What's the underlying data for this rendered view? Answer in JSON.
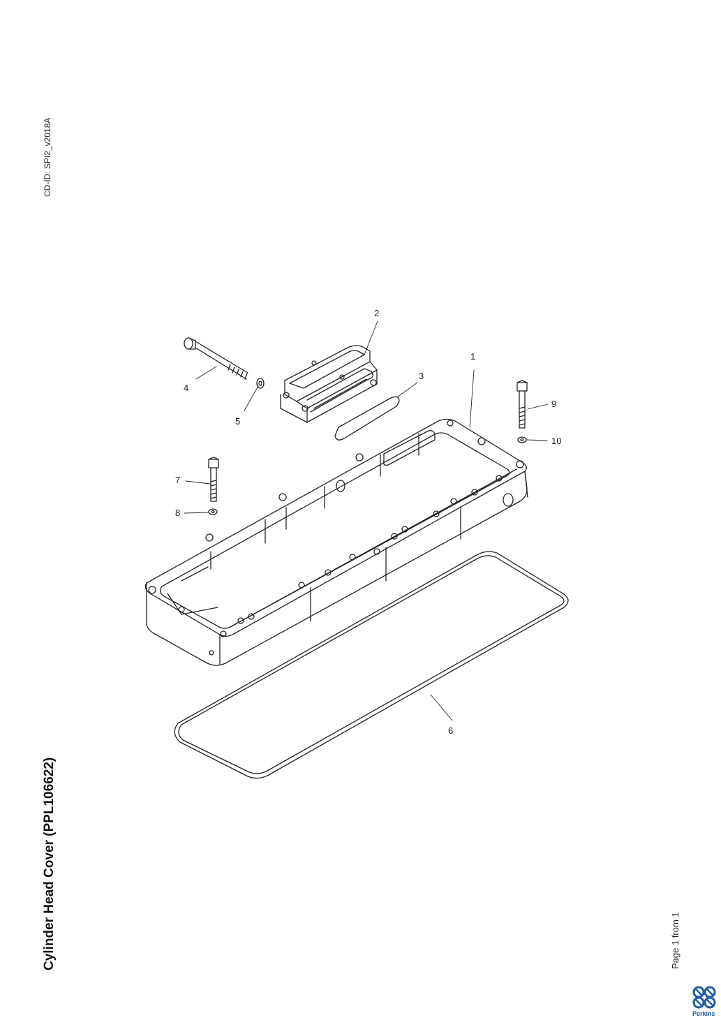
{
  "document": {
    "cd_id": "CD-ID: SPI2_v2018A",
    "title": "Cylinder Head Cover (PPL106622)",
    "page_info": "Page 1 from 1"
  },
  "brand": {
    "name": "Perkins",
    "color": "#1e5aa8",
    "icon": "perkins-logo-icon"
  },
  "callouts": [
    "1",
    "2",
    "3",
    "4",
    "5",
    "6",
    "7",
    "8",
    "9",
    "10"
  ]
}
